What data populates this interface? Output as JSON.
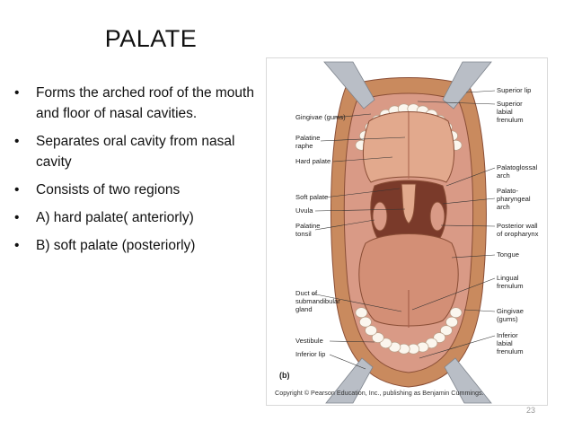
{
  "slide": {
    "title": "PALATE",
    "bullets": [
      "Forms the arched roof of the mouth and floor of nasal cavities.",
      "Separates oral cavity from nasal cavity",
      "Consists of two regions",
      "A) hard palate( anteriorly)",
      "B) soft palate (posteriorly)"
    ],
    "bullet_glyph": "•",
    "page_number": "23"
  },
  "figure": {
    "panel_letter": "(b)",
    "copyright": "Copyright © Pearson Education, Inc., publishing as Benjamin Cummings.",
    "left_labels": {
      "gingivae": "Gingivae (gums)",
      "palatine_raphe_1": "Palatine",
      "palatine_raphe_2": "raphe",
      "hard_palate": "Hard palate",
      "soft_palate": "Soft palate",
      "uvula": "Uvula",
      "palatine_tonsil_1": "Palatine",
      "palatine_tonsil_2": "tonsil",
      "duct_1": "Duct of",
      "duct_2": "submandibular",
      "duct_3": "gland",
      "vestibule": "Vestibule",
      "inferior_lip": "Inferior lip"
    },
    "right_labels": {
      "superior_lip": "Superior lip",
      "superior_frenulum_1": "Superior",
      "superior_frenulum_2": "labial",
      "superior_frenulum_3": "frenulum",
      "palatoglossal_1": "Palatoglossal",
      "palatoglossal_2": "arch",
      "palatopharyngeal_1": "Palato-",
      "palatopharyngeal_2": "pharyngeal",
      "palatopharyngeal_3": "arch",
      "posterior_wall_1": "Posterior wall",
      "posterior_wall_2": "of oropharynx",
      "tongue": "Tongue",
      "lingual_frenulum_1": "Lingual",
      "lingual_frenulum_2": "frenulum",
      "gingivae_1": "Gingivae",
      "gingivae_2": "(gums)",
      "inferior_frenulum_1": "Inferior",
      "inferior_frenulum_2": "labial",
      "inferior_frenulum_3": "frenulum"
    },
    "colors": {
      "lip": "#c98a5e",
      "gum": "#d99a86",
      "palate": "#e2a98d",
      "tongue": "#d38f76",
      "cavity": "#7a3a2a",
      "tooth": "#fbf6ee",
      "retractor": "#b9bec6"
    }
  }
}
